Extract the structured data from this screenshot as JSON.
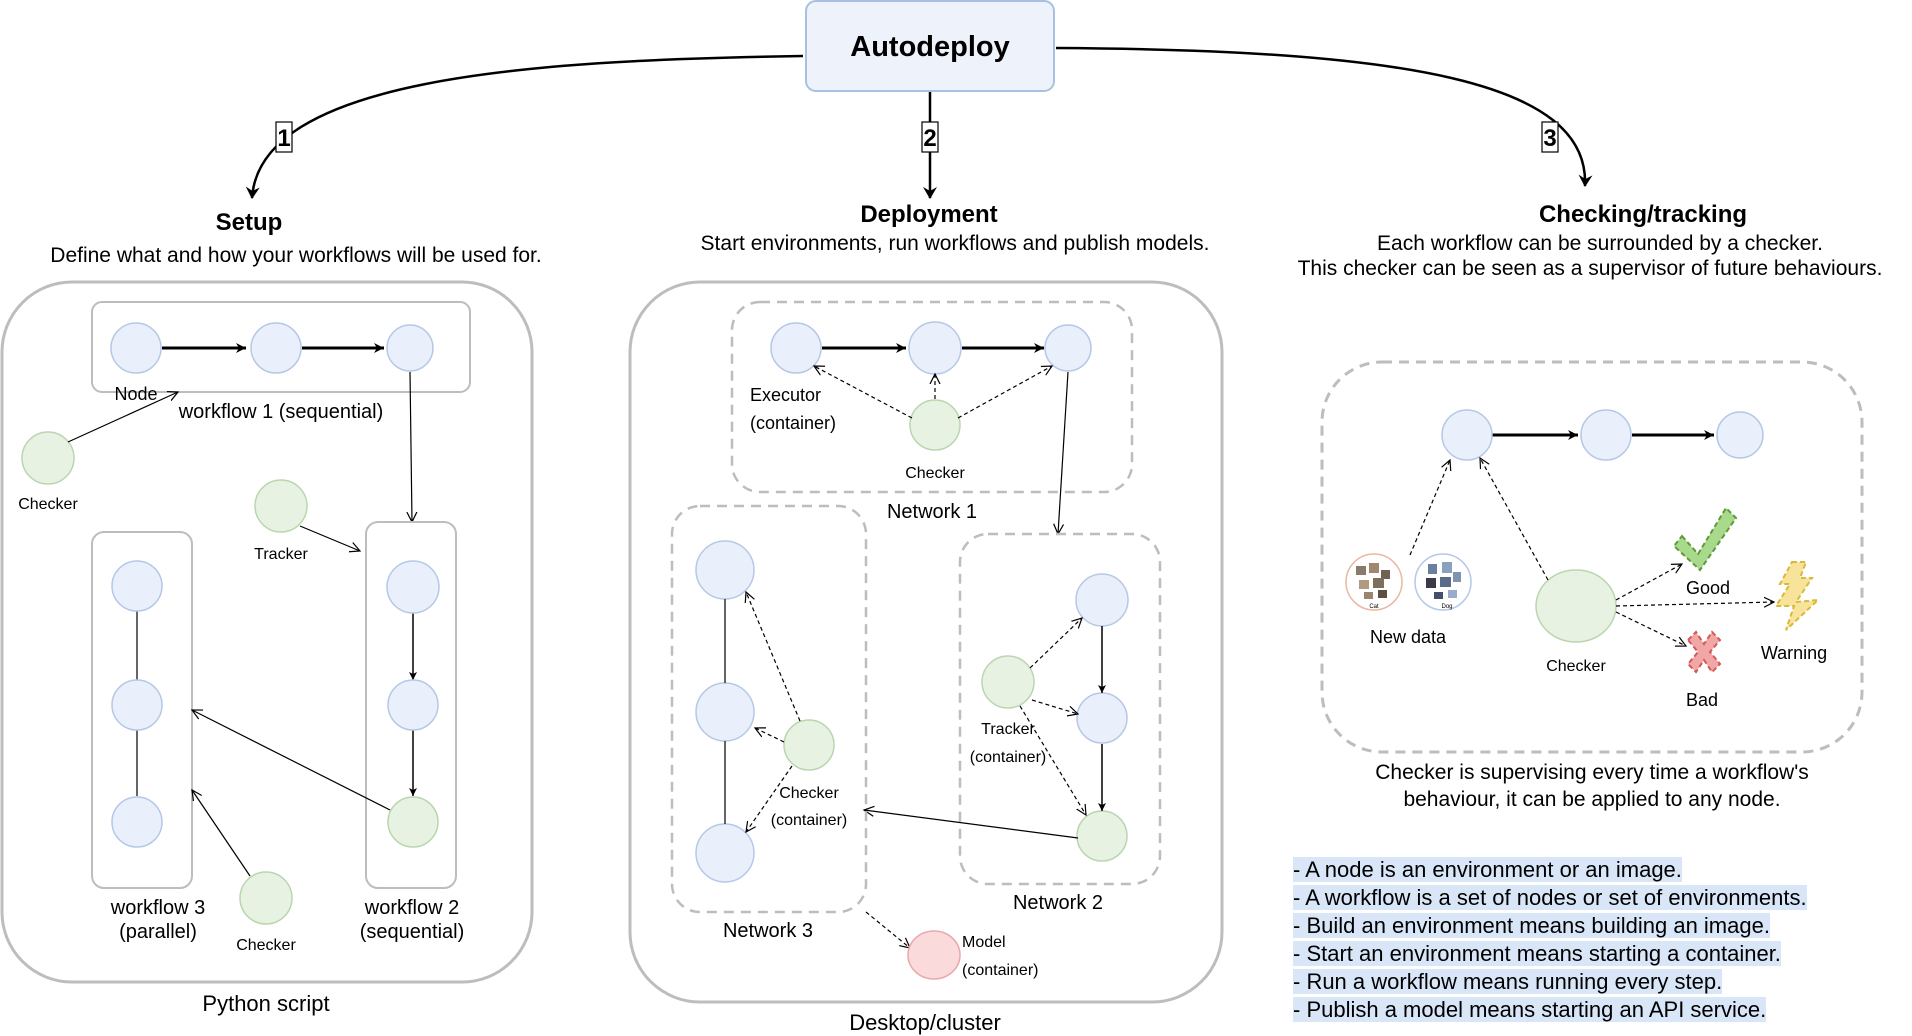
{
  "title": "Autodeploy",
  "steps": [
    {
      "num": "1",
      "title": "Setup",
      "desc": "Define what and how your workflows will be used for."
    },
    {
      "num": "2",
      "title": "Deployment",
      "desc": "Start environments, run workflows and publish models."
    },
    {
      "num": "3",
      "title": "Checking/tracking",
      "desc1": "Each workflow can be surrounded by a checker.",
      "desc2": "This checker can be seen as a supervisor of future behaviours."
    }
  ],
  "setup": {
    "container_label": "Python script",
    "node_label": "Node",
    "workflow1": "workflow 1 (sequential)",
    "checker_label": "Checker",
    "tracker_label": "Tracker",
    "workflow3_l1": "workflow 3",
    "workflow3_l2": "(parallel)",
    "workflow2_l1": "workflow 2",
    "workflow2_l2": "(sequential)",
    "checker2_label": "Checker"
  },
  "deployment": {
    "container_label": "Desktop/cluster",
    "executor_l1": "Executor",
    "executor_l2": "(container)",
    "checker_label": "Checker",
    "network1": "Network 1",
    "network2": "Network 2",
    "network3": "Network 3",
    "tracker_l1": "Tracker",
    "tracker_l2": "(container)",
    "checker3_l1": "Checker",
    "checker3_l2": "(container)",
    "model_l1": "Model",
    "model_l2": "(container)"
  },
  "checking": {
    "new_data": "New data",
    "cat_label": "Cat",
    "dog_label": "Dog",
    "checker_label": "Checker",
    "good": "Good",
    "warning": "Warning",
    "bad": "Bad",
    "caption1": "Checker is supervising every time a workflow's",
    "caption2": "behaviour, it can be applied to any node."
  },
  "notes": [
    "- A node is an environment or an image.",
    "- A workflow is a set of nodes or set of environments.",
    "- Build an environment means building an image.",
    "- Start an environment means starting a container.",
    "- Run a workflow means running every step.",
    "- Publish a model means starting an API service."
  ],
  "colors": {
    "node_fill": "#EAF0FB",
    "node_stroke": "#B5C8E6",
    "checker_fill": "#E7F2E2",
    "checker_stroke": "#B9D6AE",
    "model_fill": "#FADADB",
    "model_stroke": "#E8A9AC",
    "note_highlight": "#D8E6F8",
    "good": "#7DBE4A",
    "bad": "#E06A6A",
    "warning": "#F3D35A"
  }
}
